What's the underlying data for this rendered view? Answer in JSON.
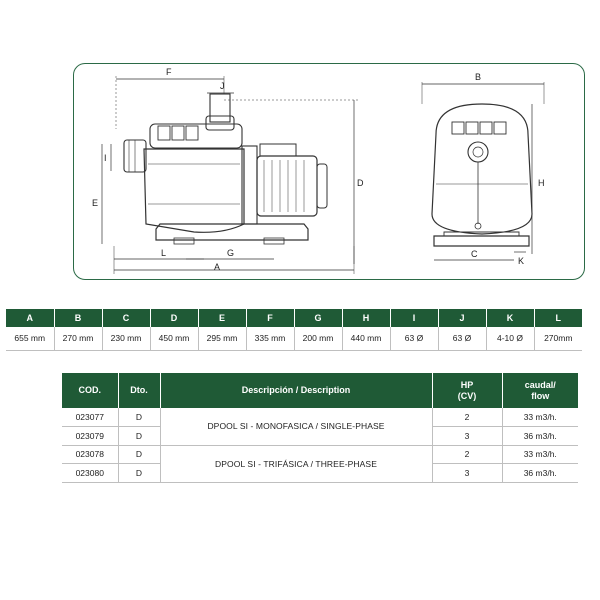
{
  "drawing": {
    "labels": {
      "F": "F",
      "J": "J",
      "I": "I",
      "E": "E",
      "L": "L",
      "G": "G",
      "A": "A",
      "D": "D",
      "B": "B",
      "H": "H",
      "C": "C",
      "K": "K"
    }
  },
  "dimensions_table": {
    "headers": [
      "A",
      "B",
      "C",
      "D",
      "E",
      "F",
      "G",
      "H",
      "I",
      "J",
      "K",
      "L"
    ],
    "values": [
      "655 mm",
      "270 mm",
      "230 mm",
      "450 mm",
      "295 mm",
      "335 mm",
      "200 mm",
      "440 mm",
      "63 Ø",
      "63 Ø",
      "4-10 Ø",
      "270mm"
    ]
  },
  "models_table": {
    "headers": {
      "cod": "COD.",
      "dto": "Dto.",
      "desc": "Descripción / Description",
      "hp_line1": "HP",
      "hp_line2": "(CV)",
      "flow_line1": "caudal/",
      "flow_line2": "flow"
    },
    "rows": [
      {
        "cod": "023077",
        "dto": "D",
        "hp": "2",
        "flow": "33 m3/h."
      },
      {
        "cod": "023079",
        "dto": "D",
        "hp": "3",
        "flow": "36 m3/h."
      },
      {
        "cod": "023078",
        "dto": "D",
        "hp": "2",
        "flow": "33 m3/h."
      },
      {
        "cod": "023080",
        "dto": "D",
        "hp": "3",
        "flow": "36 m3/h."
      }
    ],
    "groups": [
      {
        "description": "DPOOL SI - MONOFASICA / SINGLE-PHASE"
      },
      {
        "description": "DPOOL SI - TRIFÁSICA / THREE-PHASE"
      }
    ]
  },
  "colors": {
    "header_green": "#1f5a36",
    "frame_green": "#2b6a46"
  }
}
